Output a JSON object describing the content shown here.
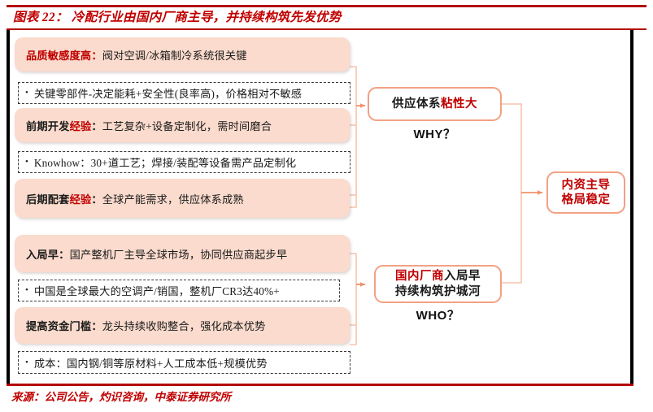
{
  "title": "图表 22： 冷配行业由国内厂商主导，并持续构筑先发优势",
  "source": "来源：公司公告，灼识咨询，中泰证券研究所",
  "colors": {
    "title_red": "#c00000",
    "rule_red": "#b30000",
    "box_fill_pink": "#fadbcd",
    "box_outline_salmon": "#f2a183",
    "connector_salmon": "#f6b79c",
    "text_black": "#1a1a1a"
  },
  "left_column": {
    "group_why": [
      {
        "kind": "pink",
        "prefix": "品质敏感度高",
        "prefix_color": "red",
        "separator": "：",
        "body": "阀对空调/冰箱制冷系统很关键"
      },
      {
        "kind": "dashed",
        "bullet": "•",
        "body": "关键零部件-决定能耗+安全性(良率高)，价格相对不敏感"
      },
      {
        "kind": "pink",
        "prefix": "前期开发",
        "prefix_color": "black",
        "prefix_red_tail": "经验",
        "separator": "：",
        "body": "工艺复杂+设备定制化，需时间磨合"
      },
      {
        "kind": "dashed",
        "bullet": "•",
        "body": "Knowhow：30+道工艺；焊接/装配等设备需产品定制化"
      },
      {
        "kind": "pink",
        "prefix": "后期配套",
        "prefix_color": "black",
        "prefix_red_tail": "经验",
        "separator": "：",
        "body": "全球产能需求，供应体系成熟"
      }
    ],
    "group_who": [
      {
        "kind": "pink",
        "prefix": "入局早",
        "prefix_color": "black",
        "separator": "：",
        "body": "国产整机厂主导全球市场，协同供应商起步早"
      },
      {
        "kind": "dashed",
        "bullet": "•",
        "body": "中国是全球最大的空调产/销国，整机厂CR3达40%+"
      },
      {
        "kind": "pink",
        "prefix": "提高资金门槛",
        "prefix_color": "black",
        "separator": "：",
        "body": "龙头持续收购整合，强化成本优势"
      },
      {
        "kind": "dashed",
        "bullet": "•",
        "body": "成本：国内钢/铜等原材料+人工成本低+规模优势"
      }
    ]
  },
  "middle": {
    "why_box": {
      "black_part": "供应体系",
      "red_part": "粘性大",
      "label": "WHY？"
    },
    "who_box": {
      "line1_red": "国内厂商",
      "line1_black": "入局早",
      "line2": "持续构筑护城河",
      "label": "WHO？"
    }
  },
  "right": {
    "conclusion_box": {
      "line1": "内资主导",
      "line2": "格局稳定"
    }
  }
}
